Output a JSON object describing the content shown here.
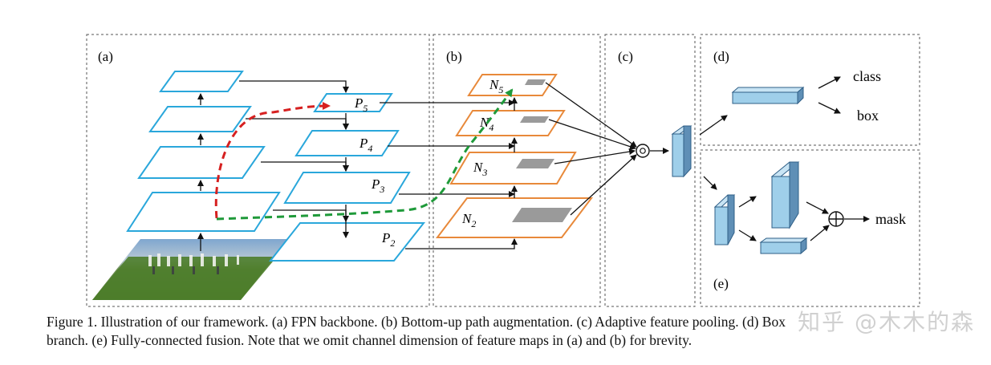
{
  "panels": {
    "a": "(a)",
    "b": "(b)",
    "c": "(c)",
    "d": "(d)",
    "e": "(e)"
  },
  "fpn_levels": [
    {
      "letter": "P",
      "sub": "5"
    },
    {
      "letter": "P",
      "sub": "4"
    },
    {
      "letter": "P",
      "sub": "3"
    },
    {
      "letter": "P",
      "sub": "2"
    }
  ],
  "bottom_up_levels": [
    {
      "letter": "N",
      "sub": "5"
    },
    {
      "letter": "N",
      "sub": "4"
    },
    {
      "letter": "N",
      "sub": "3"
    },
    {
      "letter": "N",
      "sub": "2"
    }
  ],
  "box_branch": {
    "class_label": "class",
    "box_label": "box"
  },
  "mask_branch": {
    "mask_label": "mask"
  },
  "colors": {
    "backbone": "#2aa7db",
    "bottom_up": "#e8893a",
    "red_path": "#d62020",
    "green_path": "#1f9a3a",
    "feature_fill": "#9fcfea",
    "feature_edge": "#2f5f87",
    "roi": "#9a9a9a"
  },
  "caption": {
    "line1": "Figure 1. Illustration of our framework.  (a) FPN backbone.  (b) Bottom-up path augmentation.  (c) Adaptive feature pooling.  (d) Box",
    "line2": "branch. (e) Fully-connected fusion. Note that we omit channel dimension of feature maps in (a) and (b) for brevity."
  },
  "watermark": "知乎 @木木的森"
}
